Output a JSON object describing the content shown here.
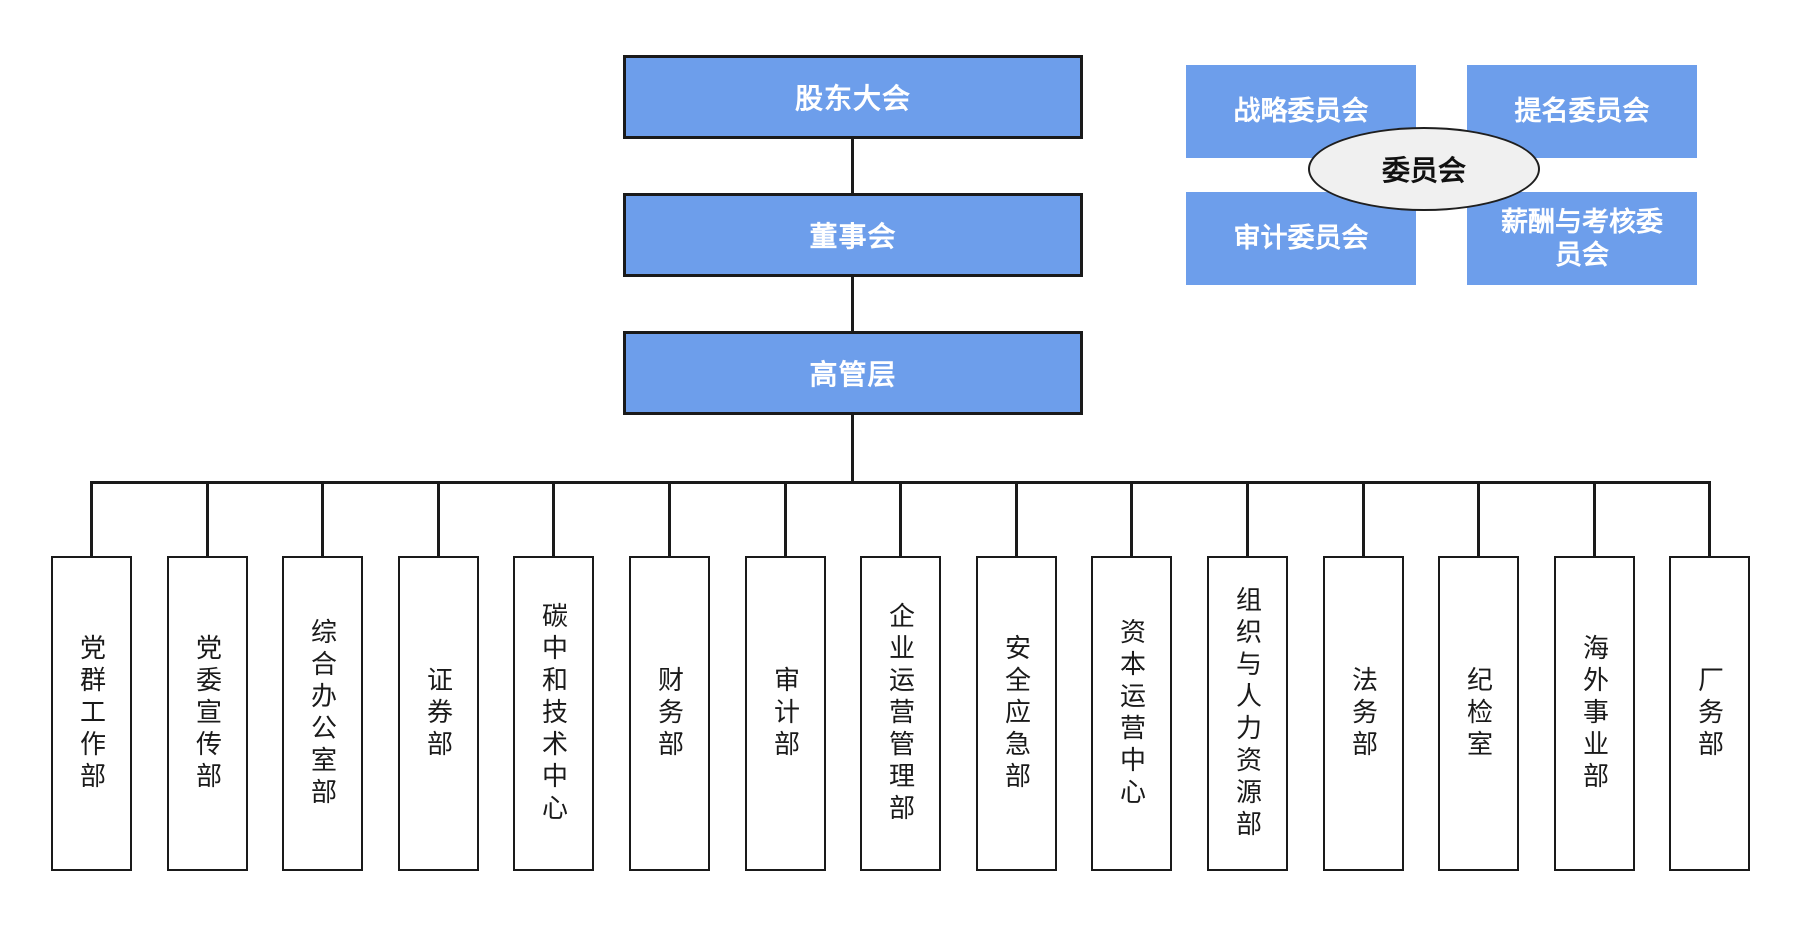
{
  "colors": {
    "node_blue": "#6D9EEB",
    "node_border": "#1a1a1a",
    "connector_line": "#1a1a1a",
    "ellipse_fill": "#f0f0f0",
    "text_on_blue": "#ffffff",
    "text_dark": "#1a1a1a"
  },
  "hierarchy": [
    {
      "label": "股东大会"
    },
    {
      "label": "董事会"
    },
    {
      "label": "高管层"
    }
  ],
  "committees": {
    "ellipse_label": "委员会",
    "items": [
      {
        "label": "战略委员会"
      },
      {
        "label": "提名委员会"
      },
      {
        "label": "审计委员会"
      },
      {
        "label": "薪酬与考核委\n员会"
      }
    ]
  },
  "departments": [
    {
      "label": "党群工作部"
    },
    {
      "label": "党委宣传部"
    },
    {
      "label": "综合办公室部"
    },
    {
      "label": "证券部"
    },
    {
      "label": "碳中和技术中心"
    },
    {
      "label": "财务部"
    },
    {
      "label": "审计部"
    },
    {
      "label": "企业运营管理部"
    },
    {
      "label": "安全应急部"
    },
    {
      "label": "资本运营中心"
    },
    {
      "label": "组织与人力资源部"
    },
    {
      "label": "法务部"
    },
    {
      "label": "纪检室"
    },
    {
      "label": "海外事业部"
    },
    {
      "label": "厂务部"
    }
  ]
}
